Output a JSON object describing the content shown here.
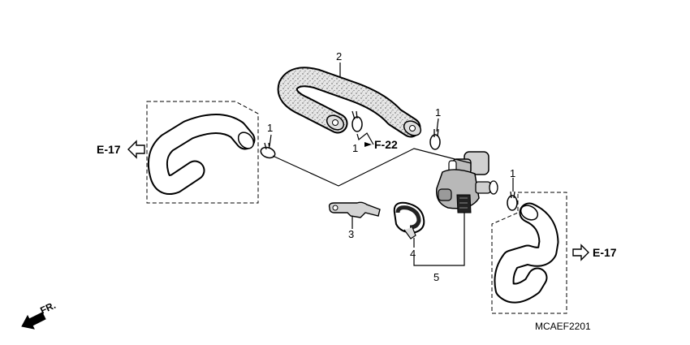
{
  "callouts": {
    "part_1": "1",
    "part_2": "2",
    "part_3": "3",
    "part_4": "4",
    "part_5": "5"
  },
  "refs": {
    "e17_left": "E-17",
    "e17_right": "E-17",
    "f22": "F-22",
    "front": "FR."
  },
  "diagram_code": "MCAEF2201"
}
